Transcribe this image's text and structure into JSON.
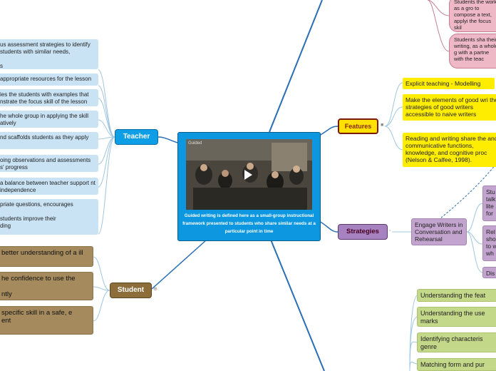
{
  "central": {
    "caption": "Guided writing is defined here as a small-group instructional framework presented to students who share similar needs at a particular point in time",
    "video_label": "Guided"
  },
  "topics": {
    "teacher": "Teacher",
    "student": "Student",
    "features": "Features",
    "strategies": "Strategies"
  },
  "teacher_items": [
    "us assessment strategies to identify students with similar needs,\n\ns",
    "appropriate resources for the lesson",
    "ies the students with examples that nstrate the focus skill of the lesson",
    "he whole group in applying the skill atively",
    "nd scaffolds students as they apply",
    "oing observations and assessments s' progress",
    "a balance between teacher support nt independence",
    "priate questions, encourages\n\nstudents improve their\nding"
  ],
  "student_items": [
    "better understanding of a ill",
    "he confidence to use the\n\nntly",
    "specific skill in a safe, e\nent"
  ],
  "top_items": [
    "Students the work as a gro to compose a text, applyi the focus skil",
    "Students sha their writing, as a whole g with a partne with the teac"
  ],
  "feature_items": [
    "Explicit teaching - Modelling",
    "Make the elements of good wri the strategies of good writers accessible to naive writers",
    "Reading and writing share the and communicative functions, knowledge, and cognitive proc (Nelson & Calfee, 1998)."
  ],
  "strategy_child": "Engage Writers in Conversation and Rehearsal",
  "strategy_items": [
    "Stu talk lite for",
    "Rel sho to w wh",
    "Dis"
  ],
  "bottom_items": [
    "Understanding the feat",
    "Understanding the use marks",
    "Identifying characteris genre",
    "Matching form and pur"
  ],
  "colors": {
    "teacher": "#0d9ee6",
    "student": "#8d6e3a",
    "features": "#ffe000",
    "strategies": "#a682c1",
    "central": "#0c97e0",
    "line": "#2a6fb5"
  }
}
